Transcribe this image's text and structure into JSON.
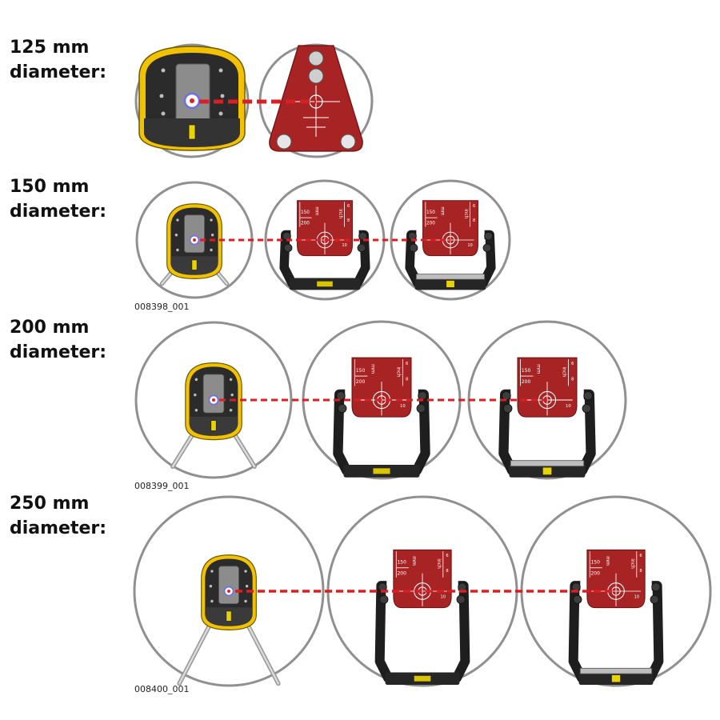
{
  "rows": [
    {
      "label": "125 mm\ndiameter:",
      "code": ""
    },
    {
      "label": "150 mm\ndiameter:",
      "code": "008398_001"
    },
    {
      "label": "200 mm\ndiameter:",
      "code": "008399_001"
    },
    {
      "label": "250 mm\ndiameter:",
      "code": "008400_001"
    }
  ],
  "target_marks": {
    "mm": "mm",
    "inch": "inch",
    "n150": "150",
    "n200": "200",
    "n6": "6",
    "n8": "8",
    "n10": "10"
  },
  "colors": {
    "laser": "#d81f26",
    "target": "#a82424",
    "housing": "#f2c200",
    "body": "#2b2b2b",
    "pipe": "#909090"
  }
}
